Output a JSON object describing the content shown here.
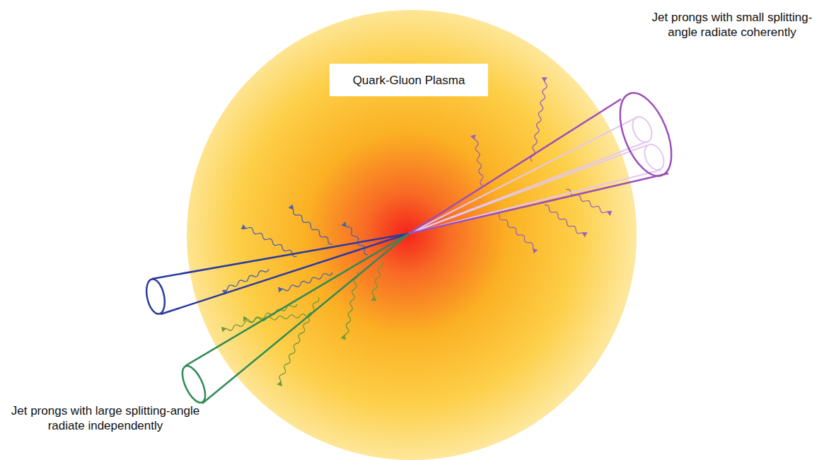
{
  "diagram": {
    "nodes": [
      {
        "text": [
          "Quark-Gluon Plasma"
        ]
      }
    ],
    "labels": [
      "Jet prongs with small splitting-angle radiate coherently",
      "Jet prongs with large splitting-angle radiate independently"
    ]
  }
}
